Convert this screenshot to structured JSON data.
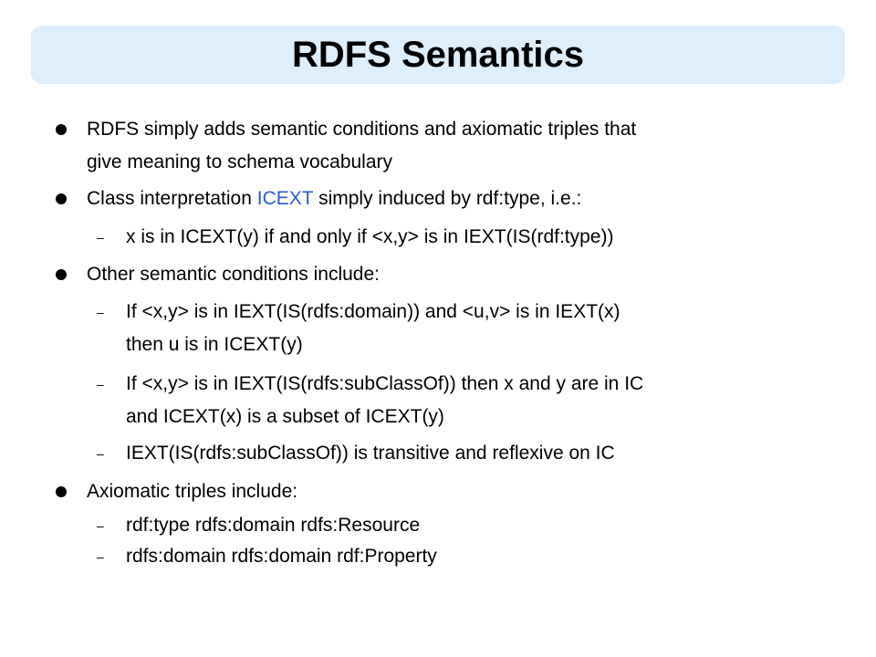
{
  "title": "RDFS Semantics",
  "bullets": [
    {
      "lines": [
        "RDFS  simply adds semantic conditions and axiomatic triples that",
        "give meaning to schema vocabulary"
      ]
    },
    {
      "pre": "Class interpretation ",
      "highlight": "ICEXT",
      "post": " simply induced by rdf:type, i.e.:",
      "highlight_color": "#2a5ad8",
      "subs": [
        {
          "lines": [
            "x is in ICEXT(y) if and only if <x,y> is in IEXT(IS(rdf:type))"
          ]
        }
      ]
    },
    {
      "lines": [
        "Other semantic conditions include:"
      ],
      "subs": [
        {
          "lines": [
            "If <x,y> is in IEXT(IS(rdfs:domain)) and <u,v> is in IEXT(x)",
            "then u is in ICEXT(y)"
          ]
        },
        {
          "lines": [
            "If <x,y> is in IEXT(IS(rdfs:subClassOf)) then x and y are in IC",
            "and ICEXT(x) is a subset of ICEXT(y)"
          ]
        },
        {
          "lines": [
            "IEXT(IS(rdfs:subClassOf)) is transitive and reflexive on IC"
          ]
        }
      ]
    },
    {
      "lines": [
        "Axiomatic triples include:"
      ],
      "subs": [
        {
          "lines": [
            "rdf:type rdfs:domain rdfs:Resource"
          ]
        },
        {
          "lines": [
            "rdfs:domain rdfs:domain rdf:Property"
          ]
        }
      ]
    }
  ],
  "dash": "–"
}
